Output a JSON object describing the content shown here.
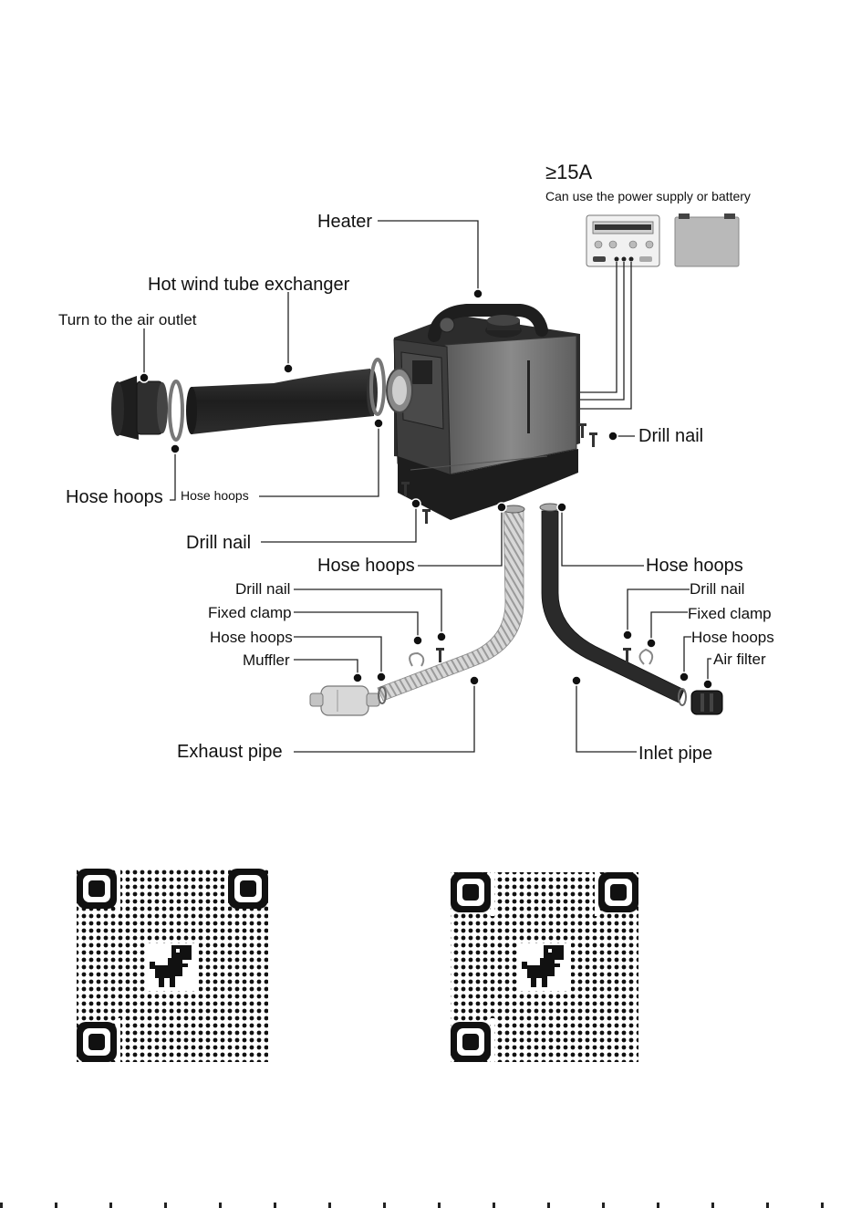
{
  "power": {
    "rating": "≥15A",
    "note": "Can use the power supply or battery"
  },
  "labels": {
    "heater": "Heater",
    "hot_wind_tube": "Hot wind tube exchanger",
    "air_outlet": "Turn to the air outlet",
    "hose_hoops_left_big": "Hose hoops",
    "hose_hoops_left_small": "Hose hoops",
    "drill_nail_right": "Drill nail",
    "drill_nail_bottom": "Drill nail",
    "hose_hoops_exhaust_top": "Hose hoops",
    "hose_hoops_inlet_top": "Hose hoops",
    "drill_nail_left_small": "Drill nail",
    "fixed_clamp_left": "Fixed clamp",
    "hose_hoops_left_lower": "Hose hoops",
    "muffler": "Muffler",
    "drill_nail_right_small": "Drill nail",
    "fixed_clamp_right": "Fixed clamp",
    "hose_hoops_right_lower": "Hose hoops",
    "air_filter": "Air filter",
    "exhaust_pipe": "Exhaust pipe",
    "inlet_pipe": "Inlet pipe"
  },
  "icons": {
    "qr_left": "qr-code-icon",
    "qr_right": "qr-code-icon",
    "qr_center": "dinosaur-icon"
  }
}
